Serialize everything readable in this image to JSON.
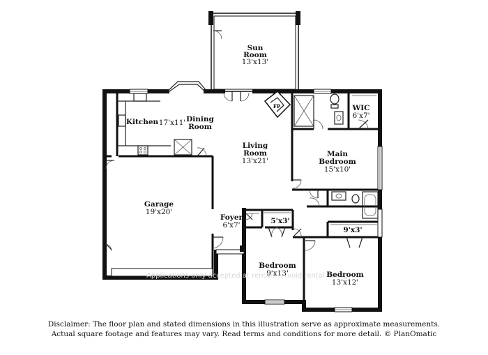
{
  "rooms": {
    "sun_room": {
      "name_line1": "Sun",
      "name_line2": "Room",
      "dims": "13'x13'"
    },
    "kitchen": {
      "name": "Kitchen"
    },
    "kitchen_dining_dims": "17'x11'",
    "dining": {
      "name": "Dining",
      "name_line2": "Room"
    },
    "fireplace": {
      "code": "FP"
    },
    "wic": {
      "name": "WIC",
      "dims": "6'x7'"
    },
    "living": {
      "name_line1": "Living",
      "name_line2": "Room",
      "dims": "13'x21'"
    },
    "main_bedroom": {
      "name_line1": "Main",
      "name_line2": "Bedroom",
      "dims": "15'x10'"
    },
    "garage": {
      "name": "Garage",
      "dims": "19'x20'"
    },
    "foyer": {
      "name": "Foyer",
      "dims": "6'x7'"
    },
    "closet_1": {
      "dims": "5'x3'"
    },
    "closet_2": {
      "dims": "9'x3'"
    },
    "bedroom_2": {
      "name": "Bedroom",
      "dims": "9'x13'"
    },
    "bedroom_3": {
      "name": "Bedroom",
      "dims": "13'x12'"
    }
  },
  "watermark": "Applications only accepted at rentals... (void rental listing)",
  "disclaimer": {
    "line1": "Disclaimer: The floor plan and stated dimensions in this illustration serve as approximate measurements.",
    "line2": "Actual square footage and features may vary. Read terms and conditions for more detail. © PlanOmatic"
  }
}
